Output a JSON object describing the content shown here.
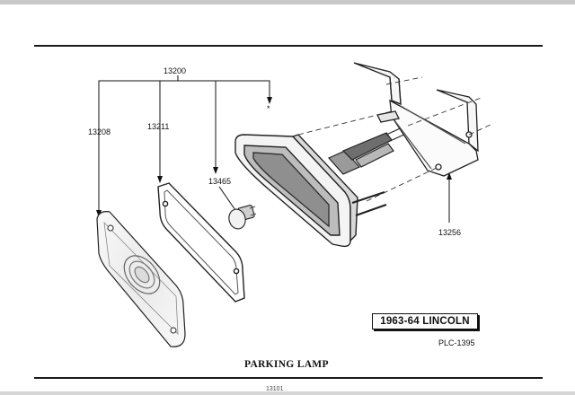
{
  "callouts": {
    "assembly": "13200",
    "lens": "13208",
    "gasket": "13211",
    "bulb": "13465",
    "bracket": "13256",
    "body_marker": "*"
  },
  "model_label": "1963-64 LINCOLN",
  "plate_code": "PLC-1395",
  "title": "PARKING LAMP",
  "page_mark": "13101"
}
